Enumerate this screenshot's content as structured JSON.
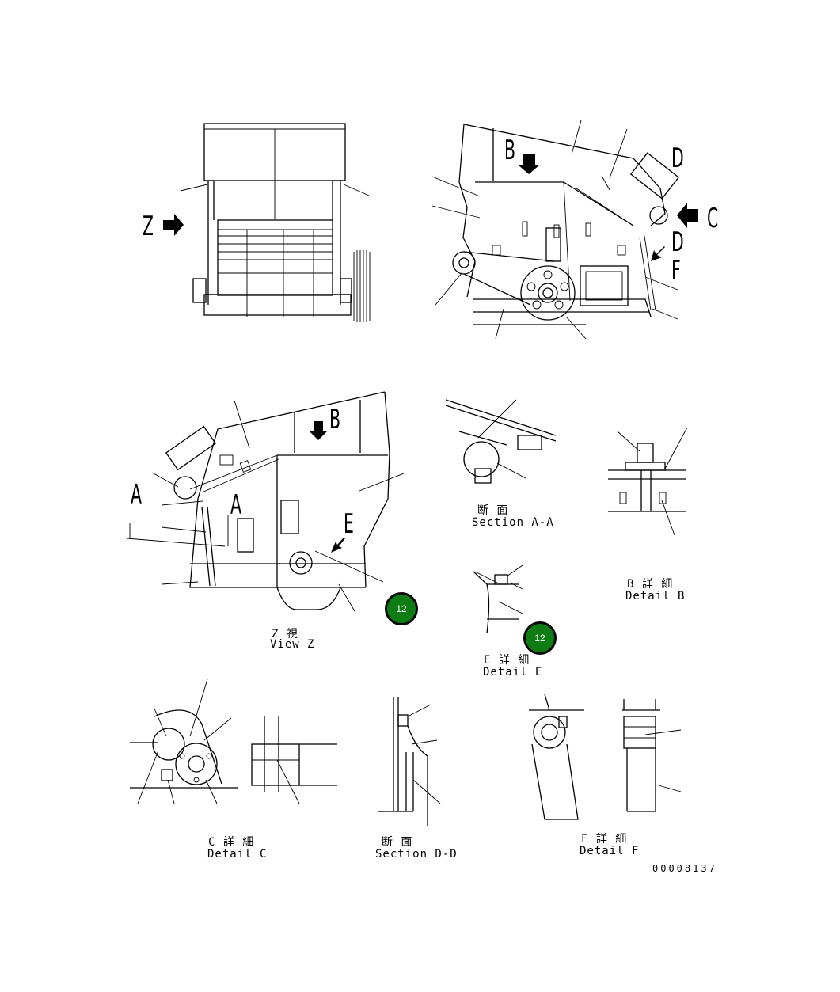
{
  "letters": {
    "z_top": "Z",
    "b_top": "B",
    "d_top": "D",
    "c_right": "C",
    "d_right": "D",
    "f_right": "F",
    "b_mid": "B",
    "a_left": "A",
    "a_mid": "A",
    "e_mid": "E"
  },
  "captions": {
    "view_z": {
      "jp": "Z 視",
      "en": "View Z"
    },
    "section_aa": {
      "jp": "断 面",
      "en": "Section A-A"
    },
    "detail_b": {
      "jp": "B 詳 細",
      "en": "Detail B"
    },
    "detail_e": {
      "jp": "E 詳 細",
      "en": "Detail E"
    },
    "detail_c": {
      "jp": "C 詳 細",
      "en": "Detail C"
    },
    "section_dd": {
      "jp": "断 面",
      "en": "Section D-D"
    },
    "detail_f": {
      "jp": "F 詳 細",
      "en": "Detail F"
    }
  },
  "drawing_number": "00008137",
  "badges": {
    "badge_1": "12",
    "badge_2": "12"
  },
  "colors": {
    "badge_fill": "#0d7c13",
    "badge_border": "#0a0a0a",
    "line": "#000000"
  }
}
